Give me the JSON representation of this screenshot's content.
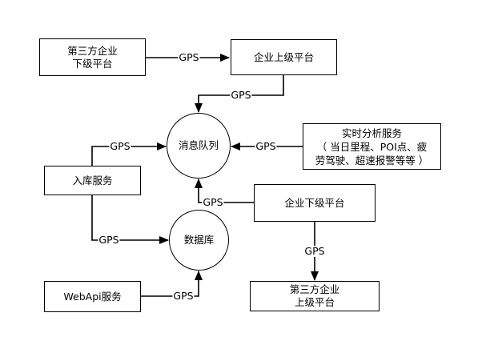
{
  "nodes": {
    "third_party_lower": "第三方企业\n下级平台",
    "enterprise_upper": "企业上级平台",
    "message_queue": "消息队列",
    "realtime_analysis": "实时分析服务\n（ 当日里程、POI点、疲\n劳驾驶、超速报警等等 ）",
    "ingest_service": "入库服务",
    "enterprise_lower": "企业下级平台",
    "database": "数据库",
    "webapi_service": "WebApi服务",
    "third_party_upper": "第三方企业\n上级平台"
  },
  "edge_label": "GPS",
  "colors": {
    "line": "#000000",
    "background": "#ffffff"
  }
}
